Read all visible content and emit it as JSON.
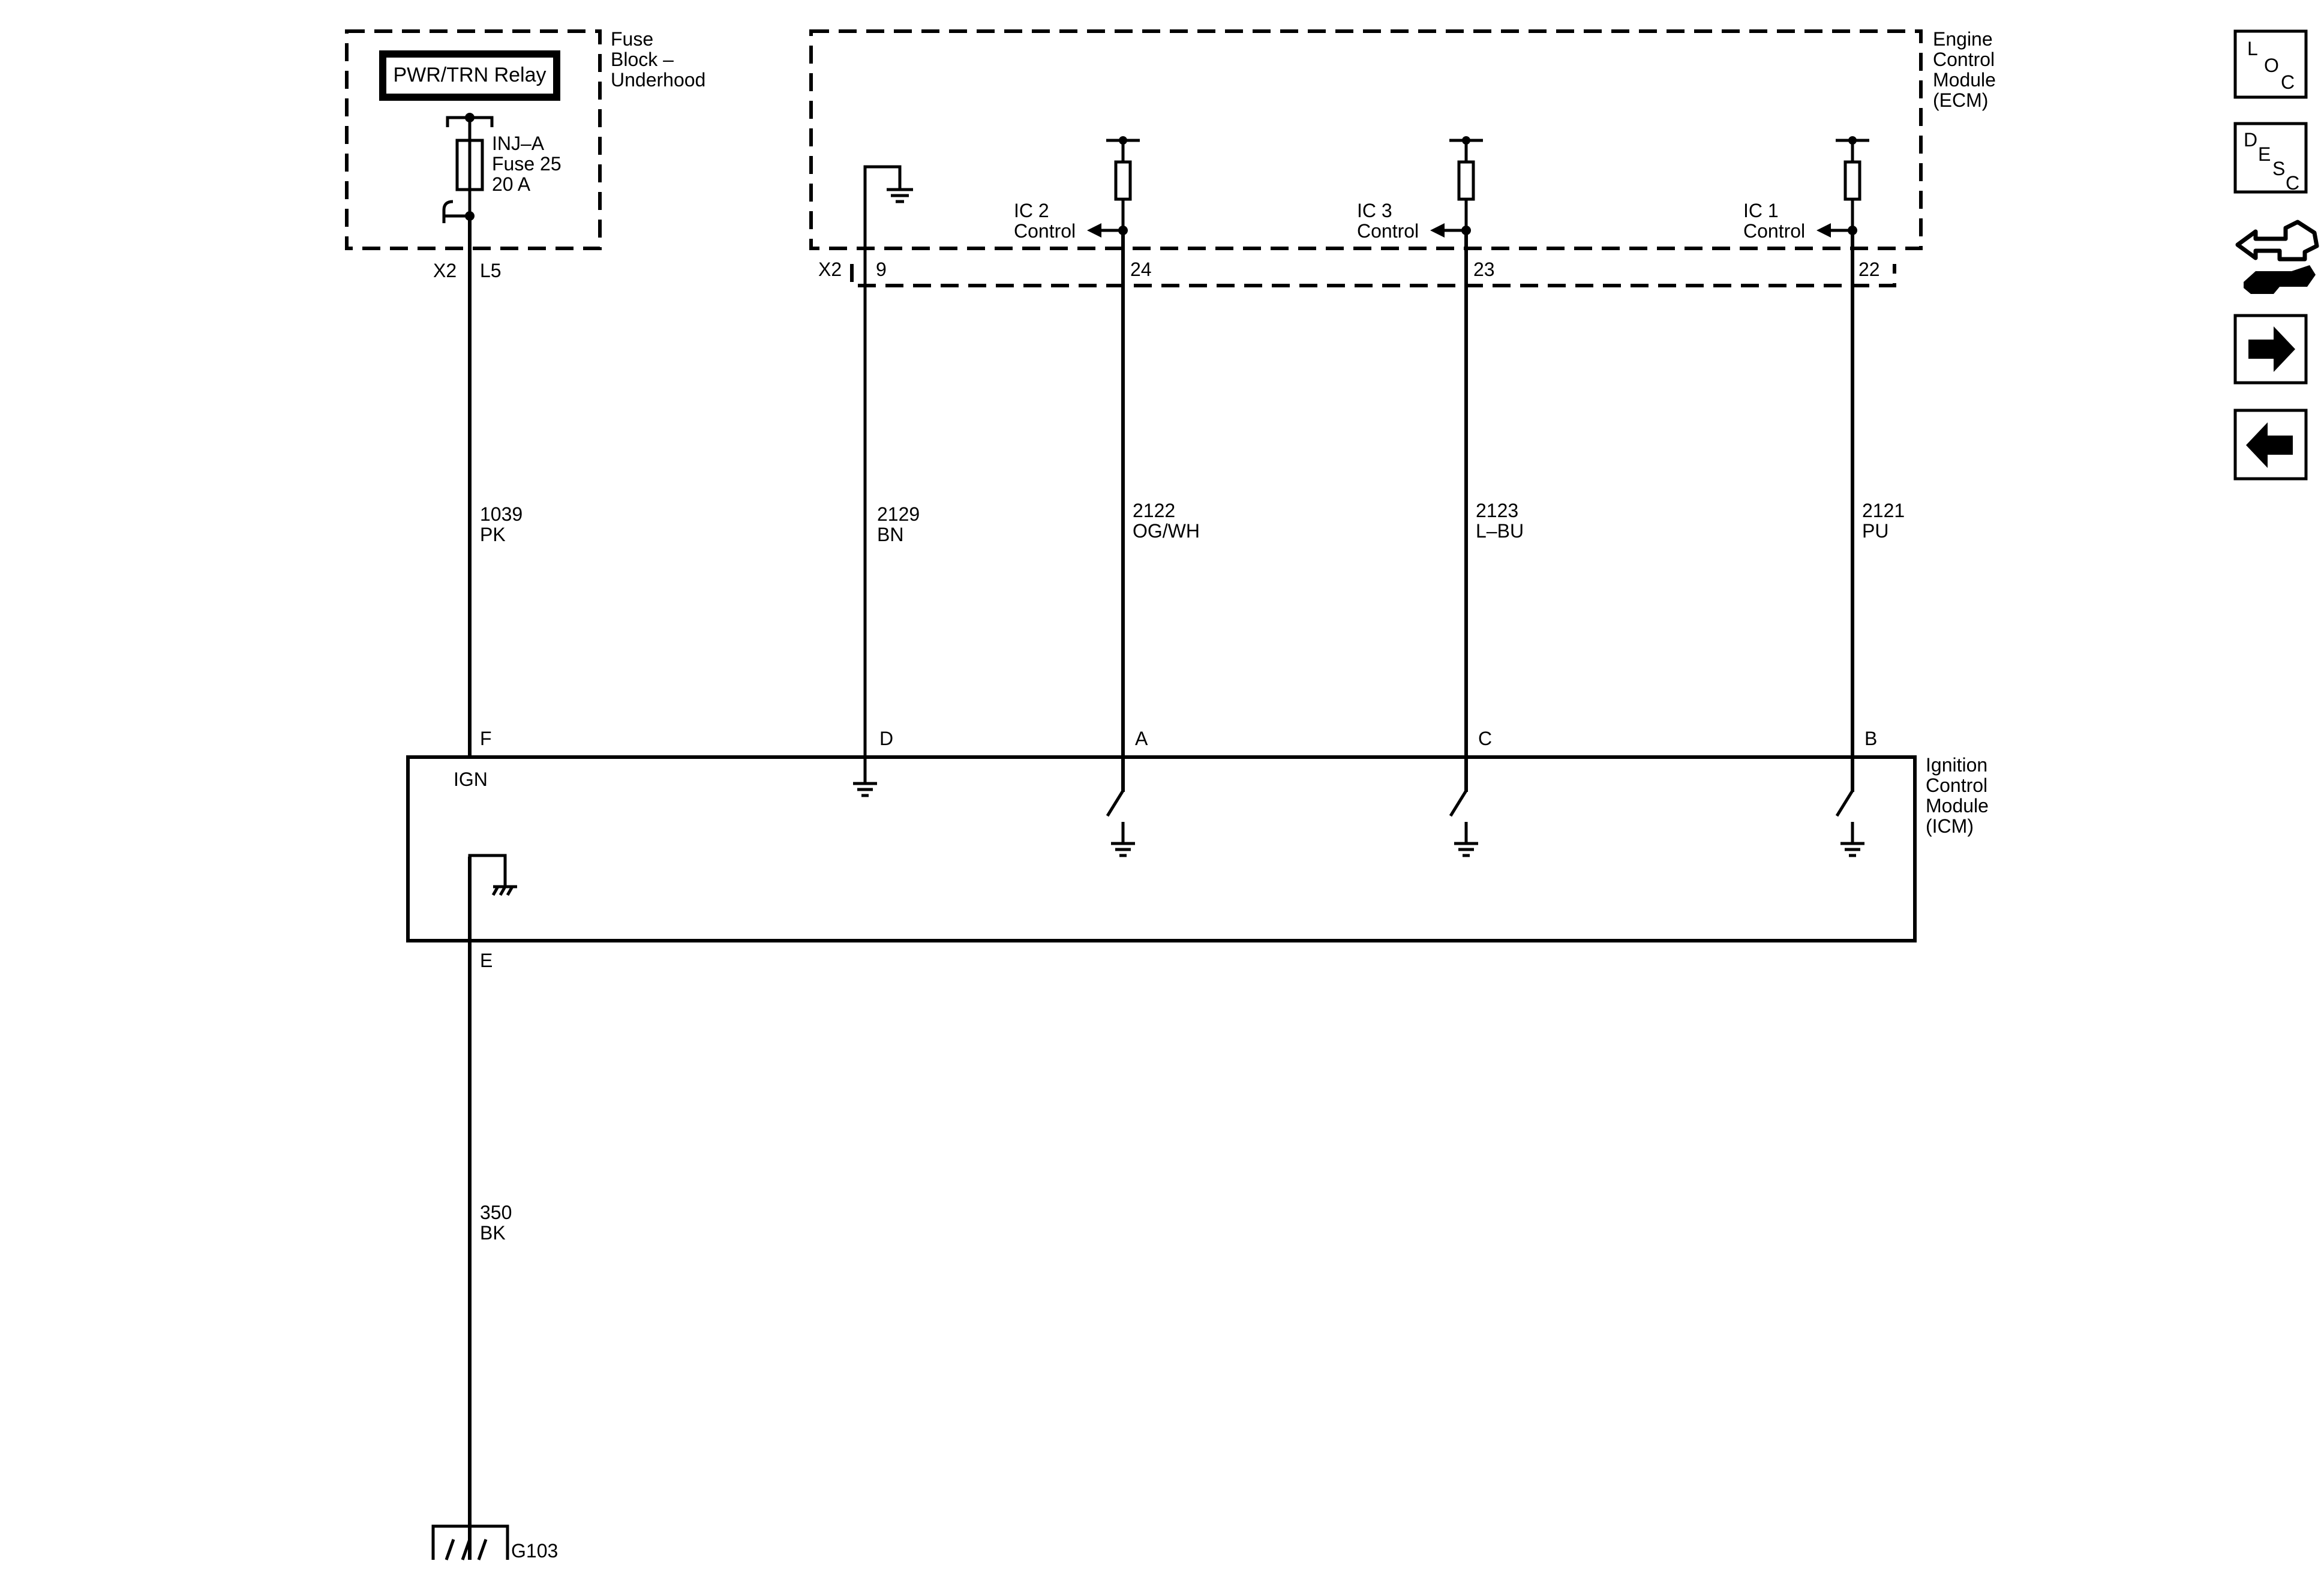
{
  "fuse_block": {
    "title_lines": [
      "Fuse",
      "Block –",
      "Underhood"
    ],
    "relay_label": "PWR/TRN Relay",
    "fuse_lines": [
      "INJ–A",
      "Fuse 25",
      "20 A"
    ],
    "connector": "X2",
    "pin": "L5"
  },
  "ecm": {
    "title_lines": [
      "Engine",
      "Control",
      "Module",
      "(ECM)"
    ],
    "connector": "X2",
    "pins": [
      "9",
      "24",
      "23",
      "22"
    ],
    "ic_controls": [
      {
        "line1": "IC 2",
        "line2": "Control"
      },
      {
        "line1": "IC 3",
        "line2": "Control"
      },
      {
        "line1": "IC 1",
        "line2": "Control"
      }
    ]
  },
  "wires": [
    {
      "circuit": "1039",
      "color": "PK"
    },
    {
      "circuit": "2129",
      "color": "BN"
    },
    {
      "circuit": "2122",
      "color": "OG/WH"
    },
    {
      "circuit": "2123",
      "color": "L–BU"
    },
    {
      "circuit": "2121",
      "color": "PU"
    },
    {
      "circuit": "350",
      "color": "BK"
    }
  ],
  "icm": {
    "title_lines": [
      "Ignition",
      "Control",
      "Module",
      "(ICM)"
    ],
    "pins_top": [
      "F",
      "D",
      "A",
      "C",
      "B"
    ],
    "pin_bottom": "E",
    "ign_label": "IGN"
  },
  "ground": {
    "label": "G103"
  },
  "nav": {
    "loc": {
      "letters": [
        "L",
        "O",
        "C"
      ]
    },
    "desc": {
      "letters": [
        "D",
        "E",
        "S",
        "C"
      ]
    },
    "icons": [
      "loc-icon",
      "desc-icon",
      "connector-swap-icon",
      "next-arrow-icon",
      "previous-arrow-icon"
    ]
  }
}
